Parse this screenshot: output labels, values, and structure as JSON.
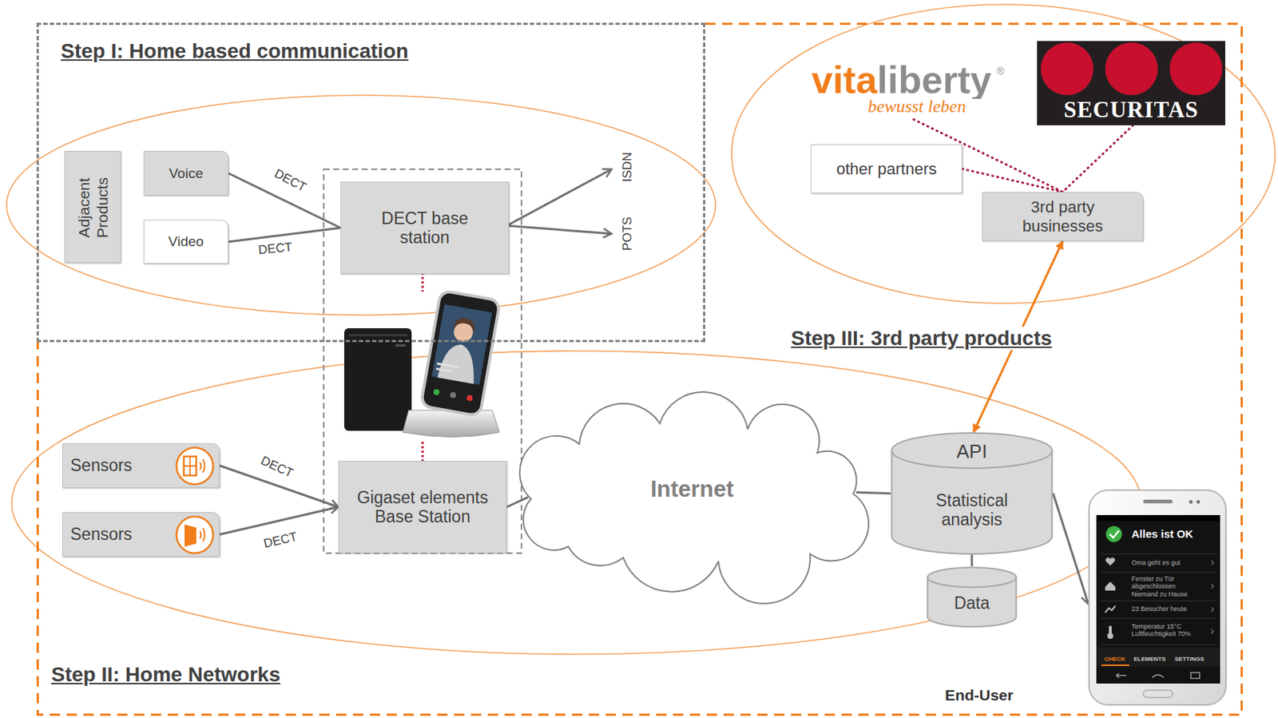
{
  "diagram": {
    "nodes": [
      {
        "text": [
          "Step I: Home based communication"
        ]
      },
      {
        "text": [
          "Adjacent Products"
        ],
        "in": 0
      },
      {
        "text": [
          "Voice"
        ],
        "in": 0
      },
      {
        "text": [
          "Video"
        ],
        "in": 0
      },
      {
        "text": [
          "DECT base station"
        ],
        "in": 0
      },
      {
        "text": [
          "Step III: 3rd party products",
          "Step II: Home Networks"
        ]
      },
      {
        "text": [
          "vitaliberty",
          "bewusst leben"
        ],
        "in": 5
      },
      {
        "text": [
          "SECURITAS"
        ],
        "in": 5
      },
      {
        "text": [
          "other partners"
        ],
        "in": 5
      },
      {
        "text": [
          "3rd party businesses"
        ],
        "in": 5
      },
      {
        "text": [
          "Sensors"
        ],
        "in": 5
      },
      {
        "text": [
          "Sensors"
        ],
        "in": 5
      },
      {
        "text": [
          "Gigaset elements Base Station"
        ],
        "in": 5
      },
      {
        "text": [
          "Internet"
        ],
        "in": 5
      },
      {
        "text": [
          "API",
          "Statistical analysis"
        ],
        "in": 5
      },
      {
        "text": [
          "Data"
        ],
        "in": 5
      },
      {
        "text": [
          "Alles ist OK",
          "Oma geht es gut",
          "Fenster zu Tür abgeschlossen Niemand zu Hause",
          "23 Besucher heute",
          "Temperatur 15°C Luftfeuchtigkeit 70%",
          "CHECK",
          "ELEMENTS",
          "SETTINGS"
        ],
        "in": 5
      }
    ],
    "edges": [
      {
        "from": 2,
        "to": 4,
        "arrow": "none",
        "label": "DECT"
      },
      {
        "from": 3,
        "to": 4,
        "arrow": "none",
        "label": "DECT"
      },
      {
        "from": 10,
        "to": 12,
        "arrow": "to",
        "label": "DECT"
      },
      {
        "from": 11,
        "to": 12,
        "arrow": "to",
        "label": "DECT"
      },
      {
        "from": 12,
        "to": 13,
        "arrow": "none"
      },
      {
        "from": 13,
        "to": 14,
        "arrow": "none"
      },
      {
        "from": 14,
        "to": 15,
        "arrow": "none"
      },
      {
        "from": 14,
        "to": 16,
        "arrow": "to"
      },
      {
        "from": 9,
        "to": 14,
        "arrow": "both"
      },
      {
        "from": 6,
        "to": 9,
        "arrow": "none"
      },
      {
        "from": 7,
        "to": 9,
        "arrow": "none"
      },
      {
        "from": 8,
        "to": 9,
        "arrow": "none"
      }
    ],
    "labels": [
      "ISDN",
      "POTS",
      "®",
      "End-User"
    ]
  }
}
